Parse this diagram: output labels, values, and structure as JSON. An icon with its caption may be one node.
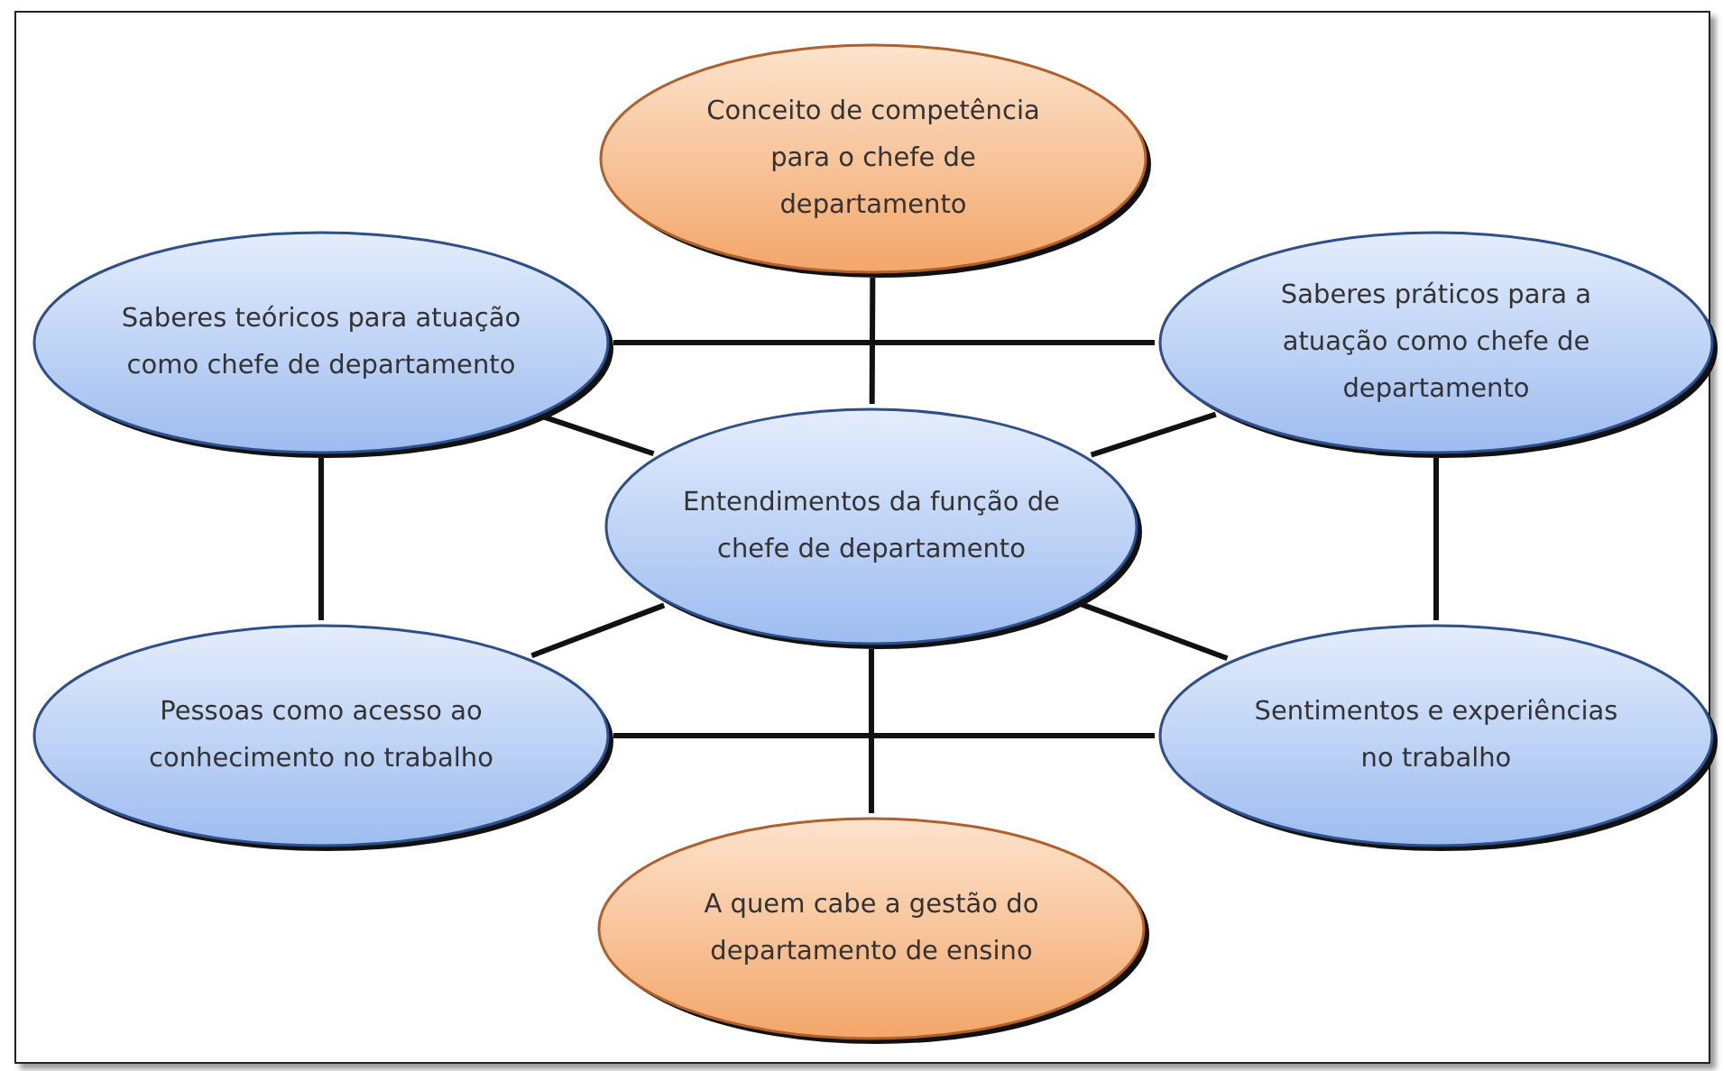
{
  "diagram": {
    "nodes": [
      {
        "text": [
          "Conceito de competência para o chefe de departamento"
        ]
      },
      {
        "text": [
          "Saberes teóricos para atuação como chefe de departamento"
        ]
      },
      {
        "text": [
          "Saberes práticos para a atuação como chefe de departamento"
        ]
      },
      {
        "text": [
          "Entendimentos da função de chefe de departamento"
        ]
      },
      {
        "text": [
          "Pessoas como acesso ao conhecimento no trabalho"
        ]
      },
      {
        "text": [
          "Sentimentos e experiências no trabalho"
        ]
      },
      {
        "text": [
          "A quem cabe a gestão do departamento de ensino"
        ]
      }
    ],
    "edges": [
      {
        "from": 0,
        "to": 3,
        "arrow": "none"
      },
      {
        "from": 1,
        "to": 2,
        "arrow": "none"
      },
      {
        "from": 1,
        "to": 3,
        "arrow": "none"
      },
      {
        "from": 2,
        "to": 3,
        "arrow": "none"
      },
      {
        "from": 1,
        "to": 4,
        "arrow": "none"
      },
      {
        "from": 2,
        "to": 5,
        "arrow": "none"
      },
      {
        "from": 3,
        "to": 4,
        "arrow": "none"
      },
      {
        "from": 3,
        "to": 5,
        "arrow": "none"
      },
      {
        "from": 4,
        "to": 5,
        "arrow": "none"
      },
      {
        "from": 3,
        "to": 6,
        "arrow": "none"
      }
    ]
  }
}
